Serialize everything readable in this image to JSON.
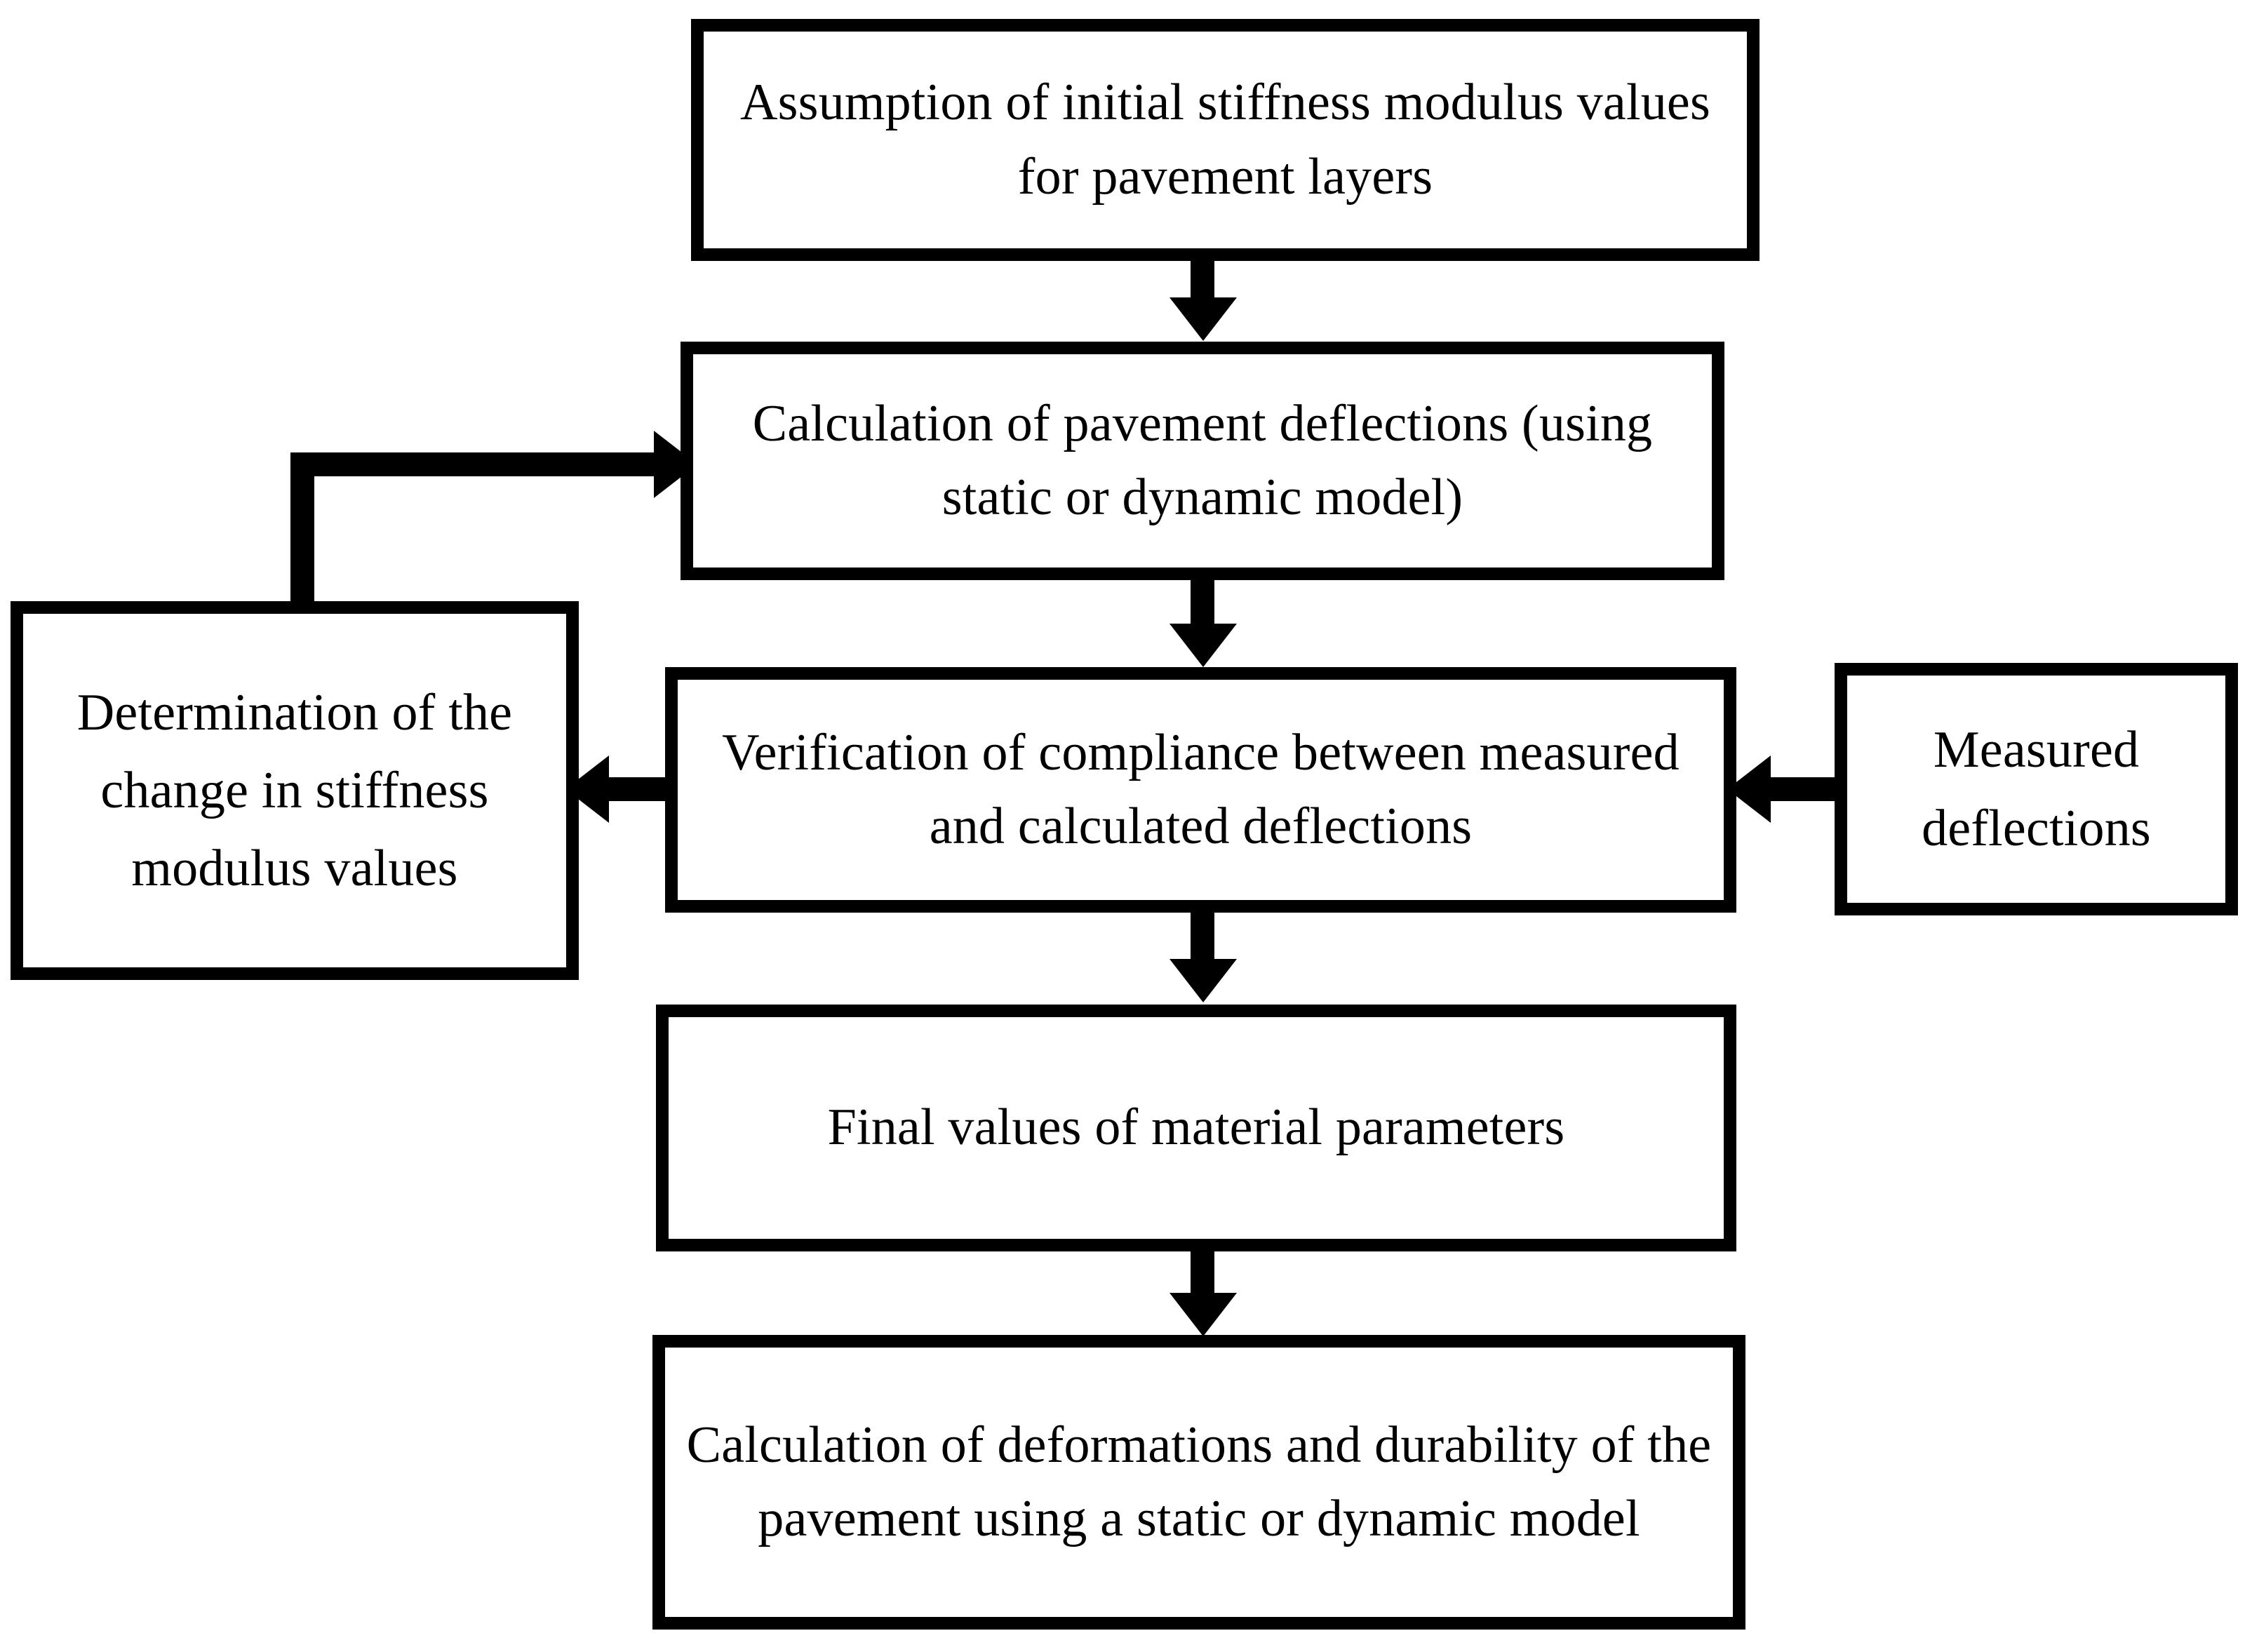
{
  "diagram": {
    "title": "Pavement stiffness modulus back-calculation flowchart",
    "colors": {
      "stroke": "#000000",
      "background": "#ffffff",
      "text": "#000000"
    },
    "nodes": {
      "assumption": "Assumption of initial stiffness modulus values for pavement layers",
      "calculation": "Calculation of pavement deflections (using static or dynamic model)",
      "verification": "Verification of compliance between measured and calculated deflections",
      "determination": "Determination of the change in stiffness modulus values",
      "measured": "Measured deflections",
      "final": "Final values of material parameters",
      "deformation": "Calculation of deformations and durability of the pavement using a static or dynamic model"
    },
    "connectors": {
      "assumption_to_calculation": "down-arrow",
      "calculation_to_verification": "down-arrow",
      "verification_to_final": "down-arrow",
      "final_to_deformation": "down-arrow",
      "verification_to_determination": "left-arrow",
      "measured_to_verification": "left-arrow",
      "determination_to_calculation": "feedback-loop-right-arrow"
    }
  }
}
